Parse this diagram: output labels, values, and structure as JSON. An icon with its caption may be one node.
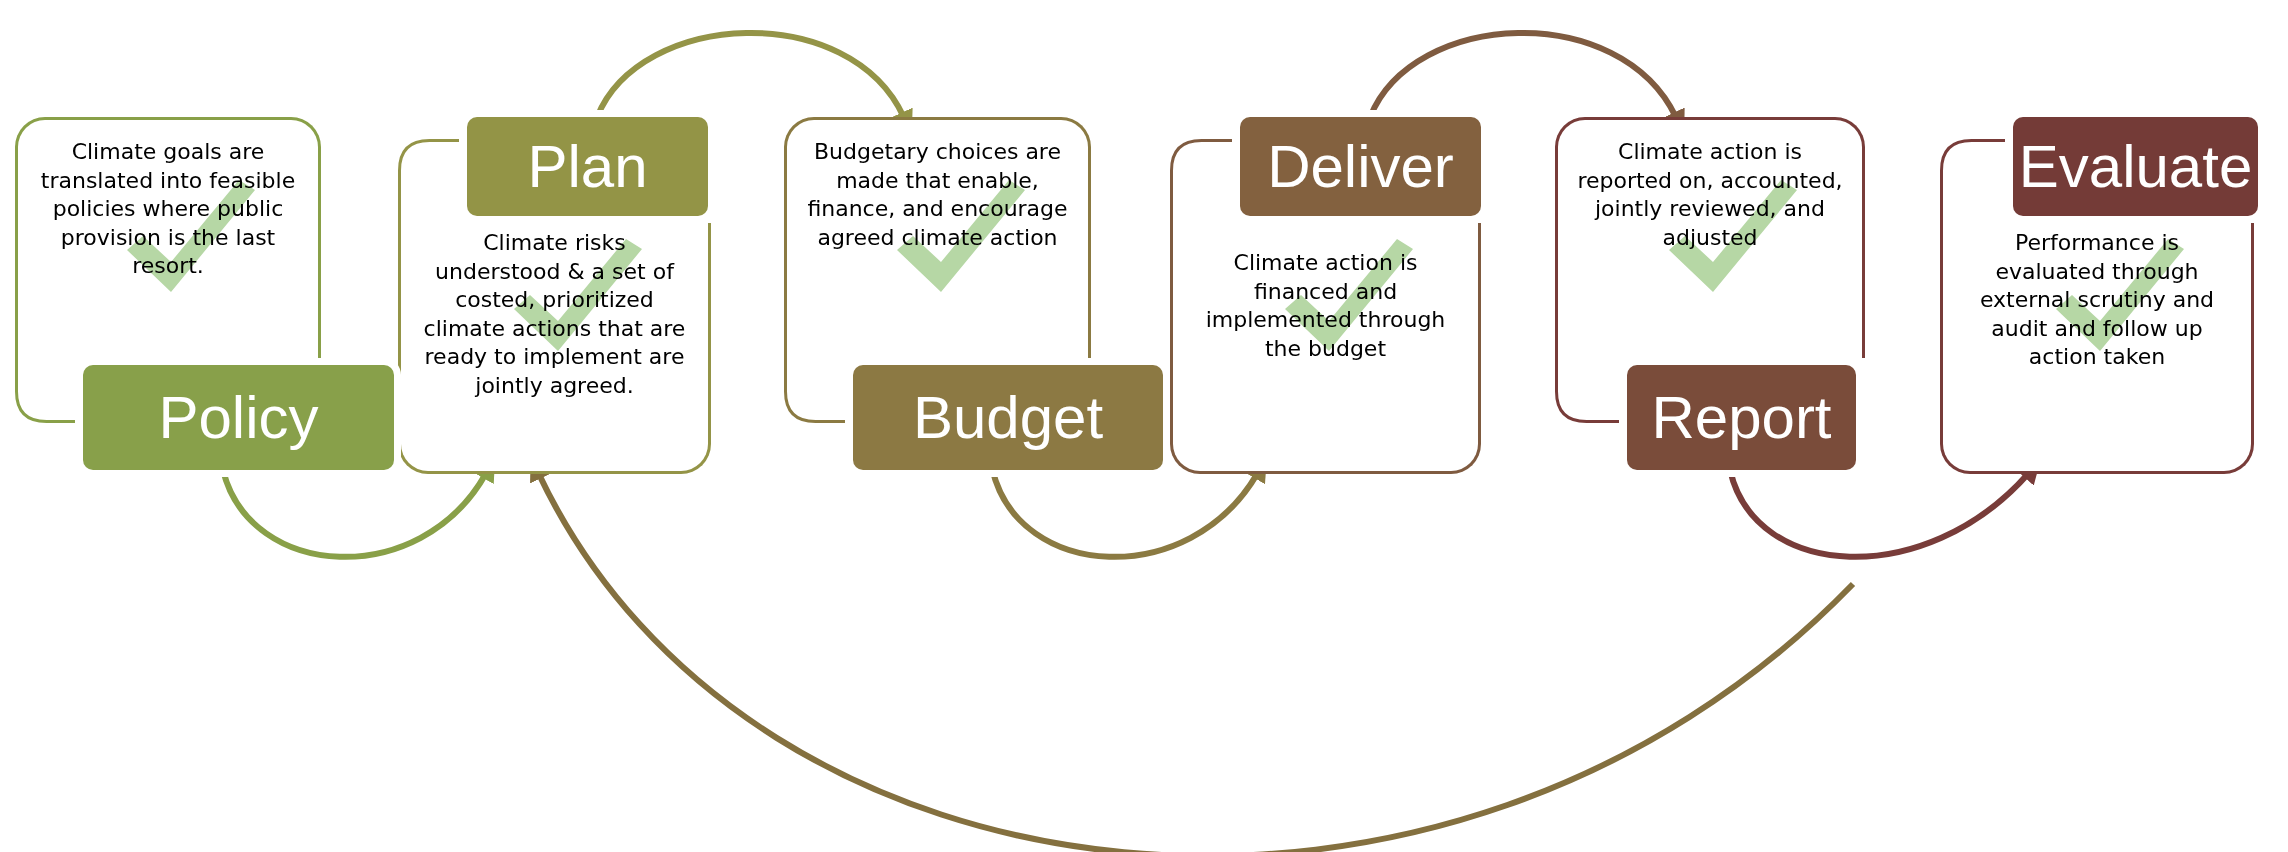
{
  "diagram": {
    "nodes": [
      {
        "text": [
          "Climate goals are translated into feasible policies where public provision is the last resort."
        ]
      },
      {
        "text": [
          "Policy"
        ]
      },
      {
        "text": [
          "Climate risks understood & a set of costed, prioritized climate actions that are ready to implement are jointly agreed."
        ]
      },
      {
        "text": [
          "Plan"
        ]
      },
      {
        "text": [
          "Budgetary choices are made that enable, finance, and encourage agreed climate action"
        ]
      },
      {
        "text": [
          "Budget"
        ]
      },
      {
        "text": [
          "Climate action is financed and implemented through the budget"
        ]
      },
      {
        "text": [
          "Deliver"
        ]
      },
      {
        "text": [
          "Climate action is reported on, accounted, jointly reviewed, and adjusted"
        ]
      },
      {
        "text": [
          "Report"
        ]
      },
      {
        "text": [
          "Performance is evaluated through external scrutiny and audit and follow up action taken"
        ]
      },
      {
        "text": [
          "Evaluate"
        ]
      }
    ],
    "edges": [
      {
        "from": 1,
        "to": 2,
        "arrow": "to",
        "color": "#89a048"
      },
      {
        "from": 3,
        "to": 4,
        "arrow": "to",
        "color": "#949447"
      },
      {
        "from": 5,
        "to": 6,
        "arrow": "to",
        "color": "#8b7a42"
      },
      {
        "from": 7,
        "to": 8,
        "arrow": "to",
        "color": "#7f5b40"
      },
      {
        "from": 9,
        "to": 10,
        "arrow": "to",
        "color": "#783c39"
      },
      {
        "from": null,
        "to": 2,
        "arrow": "to",
        "color": "#84703f"
      }
    ]
  }
}
